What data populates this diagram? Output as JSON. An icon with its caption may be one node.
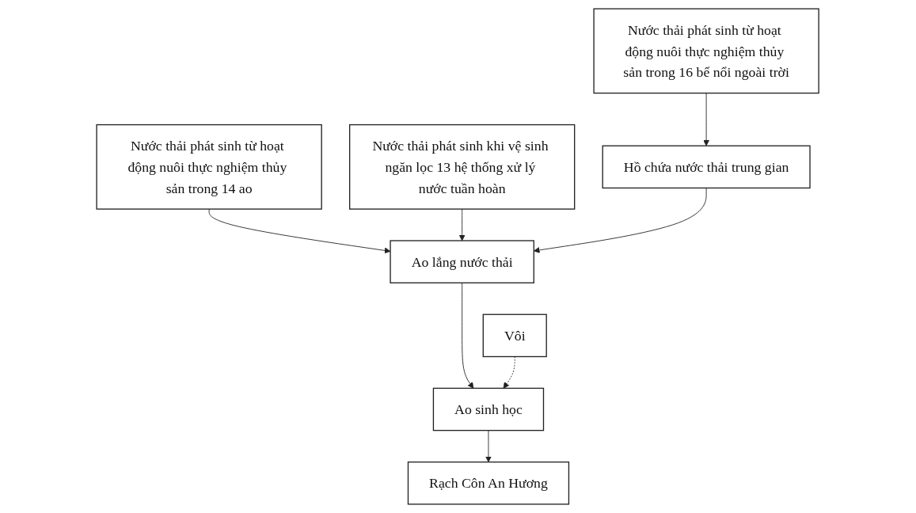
{
  "diagram": {
    "nodes": [
      {
        "text": [
          "Nước thải phát sinh từ hoạt động nuôi thực nghiệm thủy sản trong 16 bể nổi ngoài trời"
        ]
      },
      {
        "text": [
          "Nước thải phát sinh từ hoạt động nuôi thực nghiệm thủy sản trong 14 ao"
        ]
      },
      {
        "text": [
          "Nước thải phát sinh khi vệ sinh ngăn lọc 13 hệ thống xử lý nước tuần hoàn"
        ]
      },
      {
        "text": [
          "Hồ chứa nước thải trung gian"
        ]
      },
      {
        "text": [
          "Ao lắng nước thải"
        ]
      },
      {
        "text": [
          "Vôi"
        ]
      },
      {
        "text": [
          "Ao sinh học"
        ]
      },
      {
        "text": [
          "Rạch Côn An Hương"
        ]
      }
    ],
    "edges": [
      {
        "from": 0,
        "to": 3,
        "arrow": "to"
      },
      {
        "from": 1,
        "to": 4,
        "arrow": "to"
      },
      {
        "from": 2,
        "to": 4,
        "arrow": "to"
      },
      {
        "from": 3,
        "to": 4,
        "arrow": "to"
      },
      {
        "from": 4,
        "to": 6,
        "arrow": "to"
      },
      {
        "from": 5,
        "to": 6,
        "arrow": "to",
        "style": "dashed"
      },
      {
        "from": 6,
        "to": 7,
        "arrow": "to"
      }
    ]
  }
}
